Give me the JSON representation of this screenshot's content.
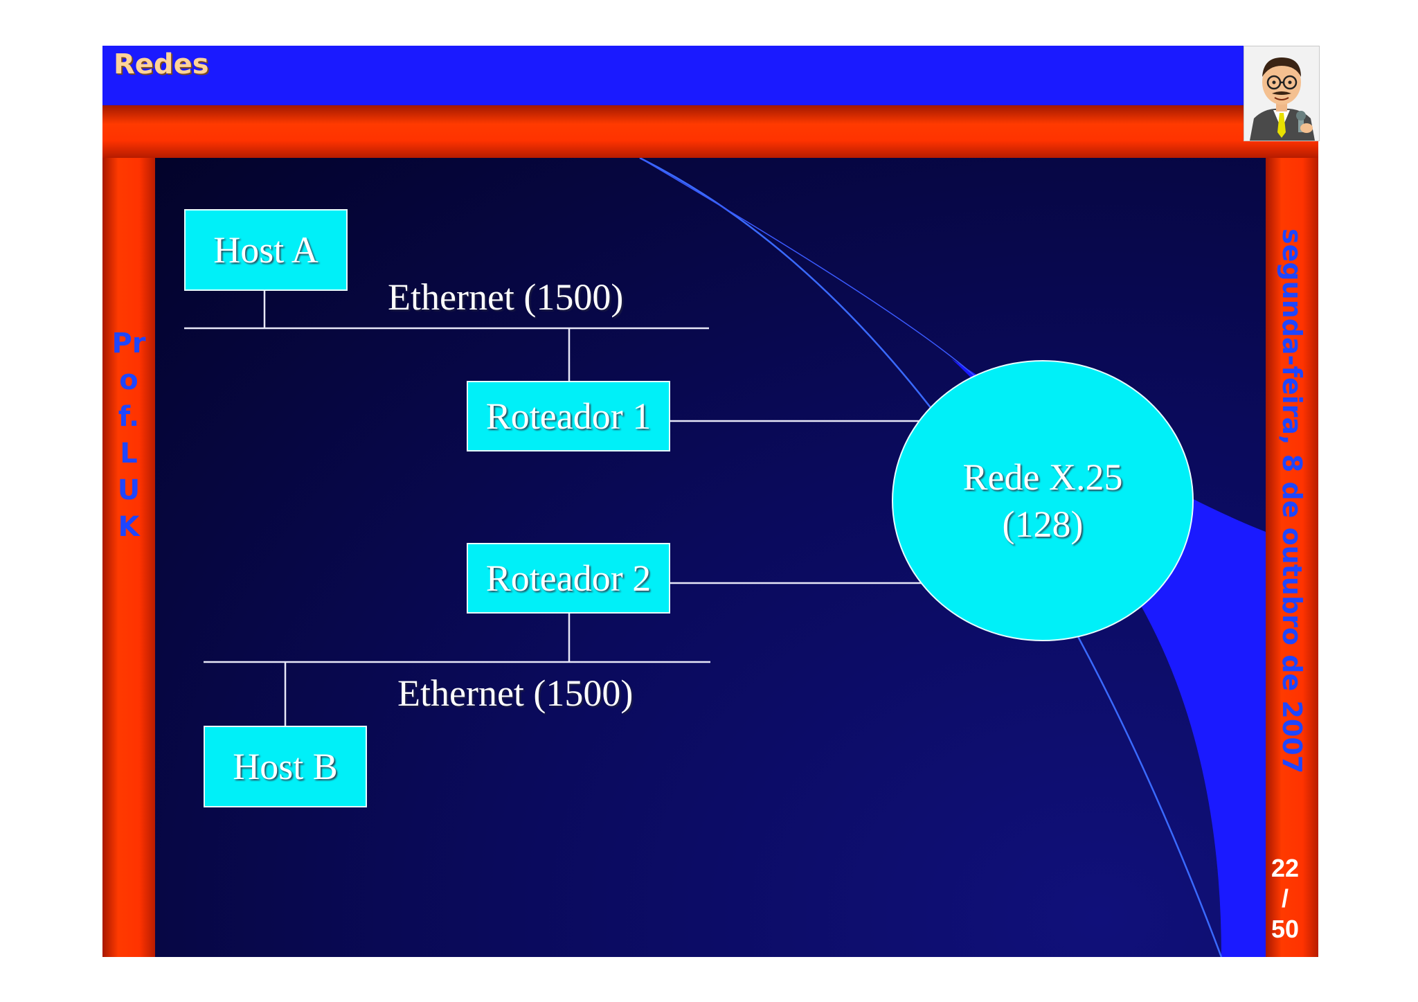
{
  "header": {
    "title": "Redes"
  },
  "sidebar_left": {
    "text": "Prof. LUK"
  },
  "sidebar_right": {
    "date": "segunda-feira, 8 de outubro de 2007"
  },
  "page": {
    "current": "22",
    "separator": "/",
    "total": "50"
  },
  "diagram": {
    "host_a": "Host A",
    "host_b": "Host B",
    "router_1": "Roteador 1",
    "router_2": "Roteador 2",
    "ethernet_top": "Ethernet (1500)",
    "ethernet_bottom": "Ethernet (1500)",
    "network_line1": "Rede X.25",
    "network_line2": "(128)"
  },
  "colors": {
    "header_blue": "#1a1aff",
    "frame_red": "#ff3300",
    "node_cyan": "#00f0f8",
    "panel_dark": "#0a0a5c"
  },
  "icons": {
    "avatar": "cartoon-professor-avatar"
  }
}
